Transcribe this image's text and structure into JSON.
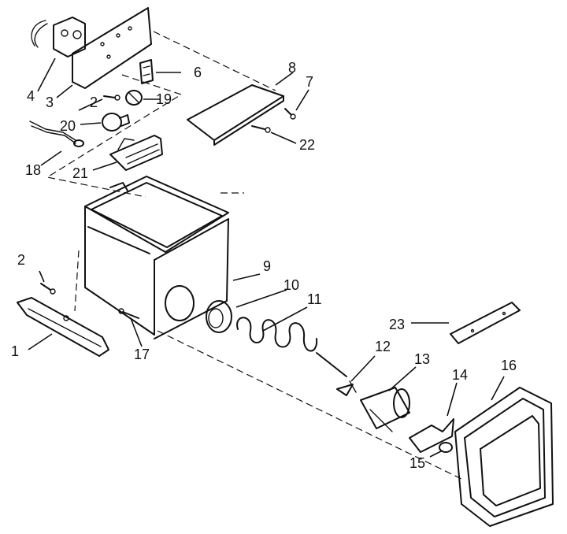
{
  "callouts": [
    {
      "id": "1",
      "text": "1"
    },
    {
      "id": "2a",
      "text": "2"
    },
    {
      "id": "2b",
      "text": "2"
    },
    {
      "id": "3",
      "text": "3"
    },
    {
      "id": "4",
      "text": "4"
    },
    {
      "id": "6",
      "text": "6"
    },
    {
      "id": "7",
      "text": "7"
    },
    {
      "id": "8",
      "text": "8"
    },
    {
      "id": "9",
      "text": "9"
    },
    {
      "id": "10",
      "text": "10"
    },
    {
      "id": "11",
      "text": "11"
    },
    {
      "id": "12",
      "text": "12"
    },
    {
      "id": "13",
      "text": "13"
    },
    {
      "id": "14",
      "text": "14"
    },
    {
      "id": "15",
      "text": "15"
    },
    {
      "id": "16",
      "text": "16"
    },
    {
      "id": "17",
      "text": "17"
    },
    {
      "id": "18",
      "text": "18"
    },
    {
      "id": "19",
      "text": "19"
    },
    {
      "id": "20",
      "text": "20"
    },
    {
      "id": "21",
      "text": "21"
    },
    {
      "id": "22",
      "text": "22"
    },
    {
      "id": "23",
      "text": "23"
    }
  ]
}
